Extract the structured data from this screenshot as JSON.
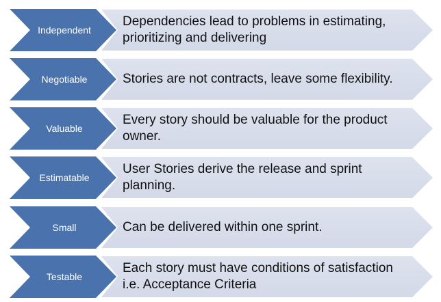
{
  "rows": [
    {
      "label": "Independent",
      "description": "Dependencies lead to problems in estimating, prioritizing and delivering"
    },
    {
      "label": "Negotiable",
      "description": "Stories are not contracts, leave some flexibility."
    },
    {
      "label": "Valuable",
      "description": "Every story should be valuable for the product owner."
    },
    {
      "label": "Estimatable",
      "description": "User Stories derive the release and sprint planning."
    },
    {
      "label": "Small",
      "description": "Can be delivered within one sprint."
    },
    {
      "label": "Testable",
      "description": "Each story must have conditions of satisfaction i.e. Acceptance Criteria"
    }
  ],
  "colors": {
    "chevron": "#4a73ad",
    "arrow": "#d9deeb",
    "label_text": "#ffffff",
    "description_text": "#111111"
  }
}
